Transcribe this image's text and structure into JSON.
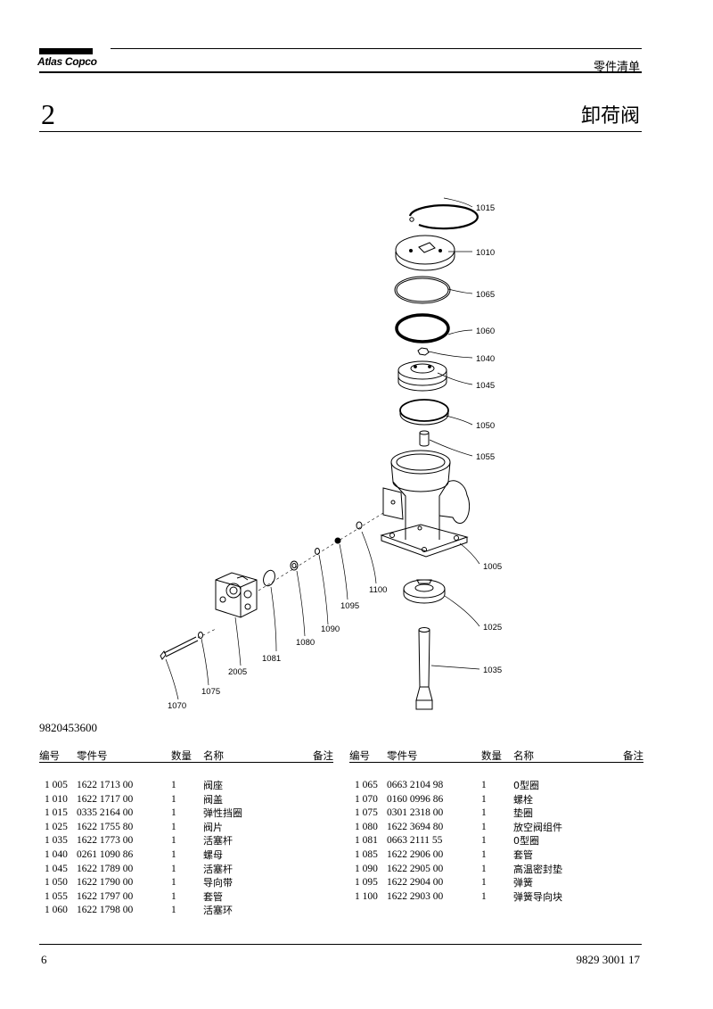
{
  "header": {
    "logo": "Atlas Copco",
    "title": "零件清单"
  },
  "section": {
    "number": "2",
    "title": "卸荷阀"
  },
  "callouts": [
    "1015",
    "1010",
    "1065",
    "1060",
    "1040",
    "1045",
    "1050",
    "1055",
    "1005",
    "1025",
    "1035",
    "1100",
    "1095",
    "1090",
    "1080",
    "1081",
    "2005",
    "1075",
    "1070"
  ],
  "figure_number": "9820453600",
  "table_headers": {
    "no": "编号",
    "part": "零件号",
    "qty": "数量",
    "name": "名称",
    "note": "备注"
  },
  "parts_left": [
    {
      "no": "1 005",
      "part": "1622 1713 00",
      "qty": "1",
      "name": "阀座"
    },
    {
      "no": "1 010",
      "part": "1622 1717 00",
      "qty": "1",
      "name": "阀盖"
    },
    {
      "no": "1 015",
      "part": "0335 2164 00",
      "qty": "1",
      "name": "弹性挡圈"
    },
    {
      "no": "1 025",
      "part": "1622 1755 80",
      "qty": "1",
      "name": "阀片"
    },
    {
      "no": "1 035",
      "part": "1622 1773 00",
      "qty": "1",
      "name": "活塞杆"
    },
    {
      "no": "1 040",
      "part": "0261 1090 86",
      "qty": "1",
      "name": "螺母"
    },
    {
      "no": "1 045",
      "part": "1622 1789 00",
      "qty": "1",
      "name": "活塞杆"
    },
    {
      "no": "1 050",
      "part": "1622 1790 00",
      "qty": "1",
      "name": "导向带"
    },
    {
      "no": "1 055",
      "part": "1622 1797 00",
      "qty": "1",
      "name": "套管"
    },
    {
      "no": "1 060",
      "part": "1622 1798 00",
      "qty": "1",
      "name": "活塞环"
    }
  ],
  "parts_right": [
    {
      "no": "1 065",
      "part": "0663 2104 98",
      "qty": "1",
      "name": "0型圈"
    },
    {
      "no": "1 070",
      "part": "0160 0996 86",
      "qty": "1",
      "name": "螺栓"
    },
    {
      "no": "1 075",
      "part": "0301 2318 00",
      "qty": "1",
      "name": "垫圈"
    },
    {
      "no": "1 080",
      "part": "1622 3694 80",
      "qty": "1",
      "name": "放空阀组件"
    },
    {
      "no": "1 081",
      "part": "0663 2111 55",
      "qty": "1",
      "name": "0型圈"
    },
    {
      "no": "1 085",
      "part": "1622 2906 00",
      "qty": "1",
      "name": "套管"
    },
    {
      "no": "1 090",
      "part": "1622 2905 00",
      "qty": "1",
      "name": "高温密封垫"
    },
    {
      "no": "1 095",
      "part": "1622 2904 00",
      "qty": "1",
      "name": "弹簧"
    },
    {
      "no": "1 100",
      "part": "1622 2903 00",
      "qty": "1",
      "name": "弹簧导向块"
    }
  ],
  "footer": {
    "page": "6",
    "doc_code": "9829 3001 17"
  }
}
